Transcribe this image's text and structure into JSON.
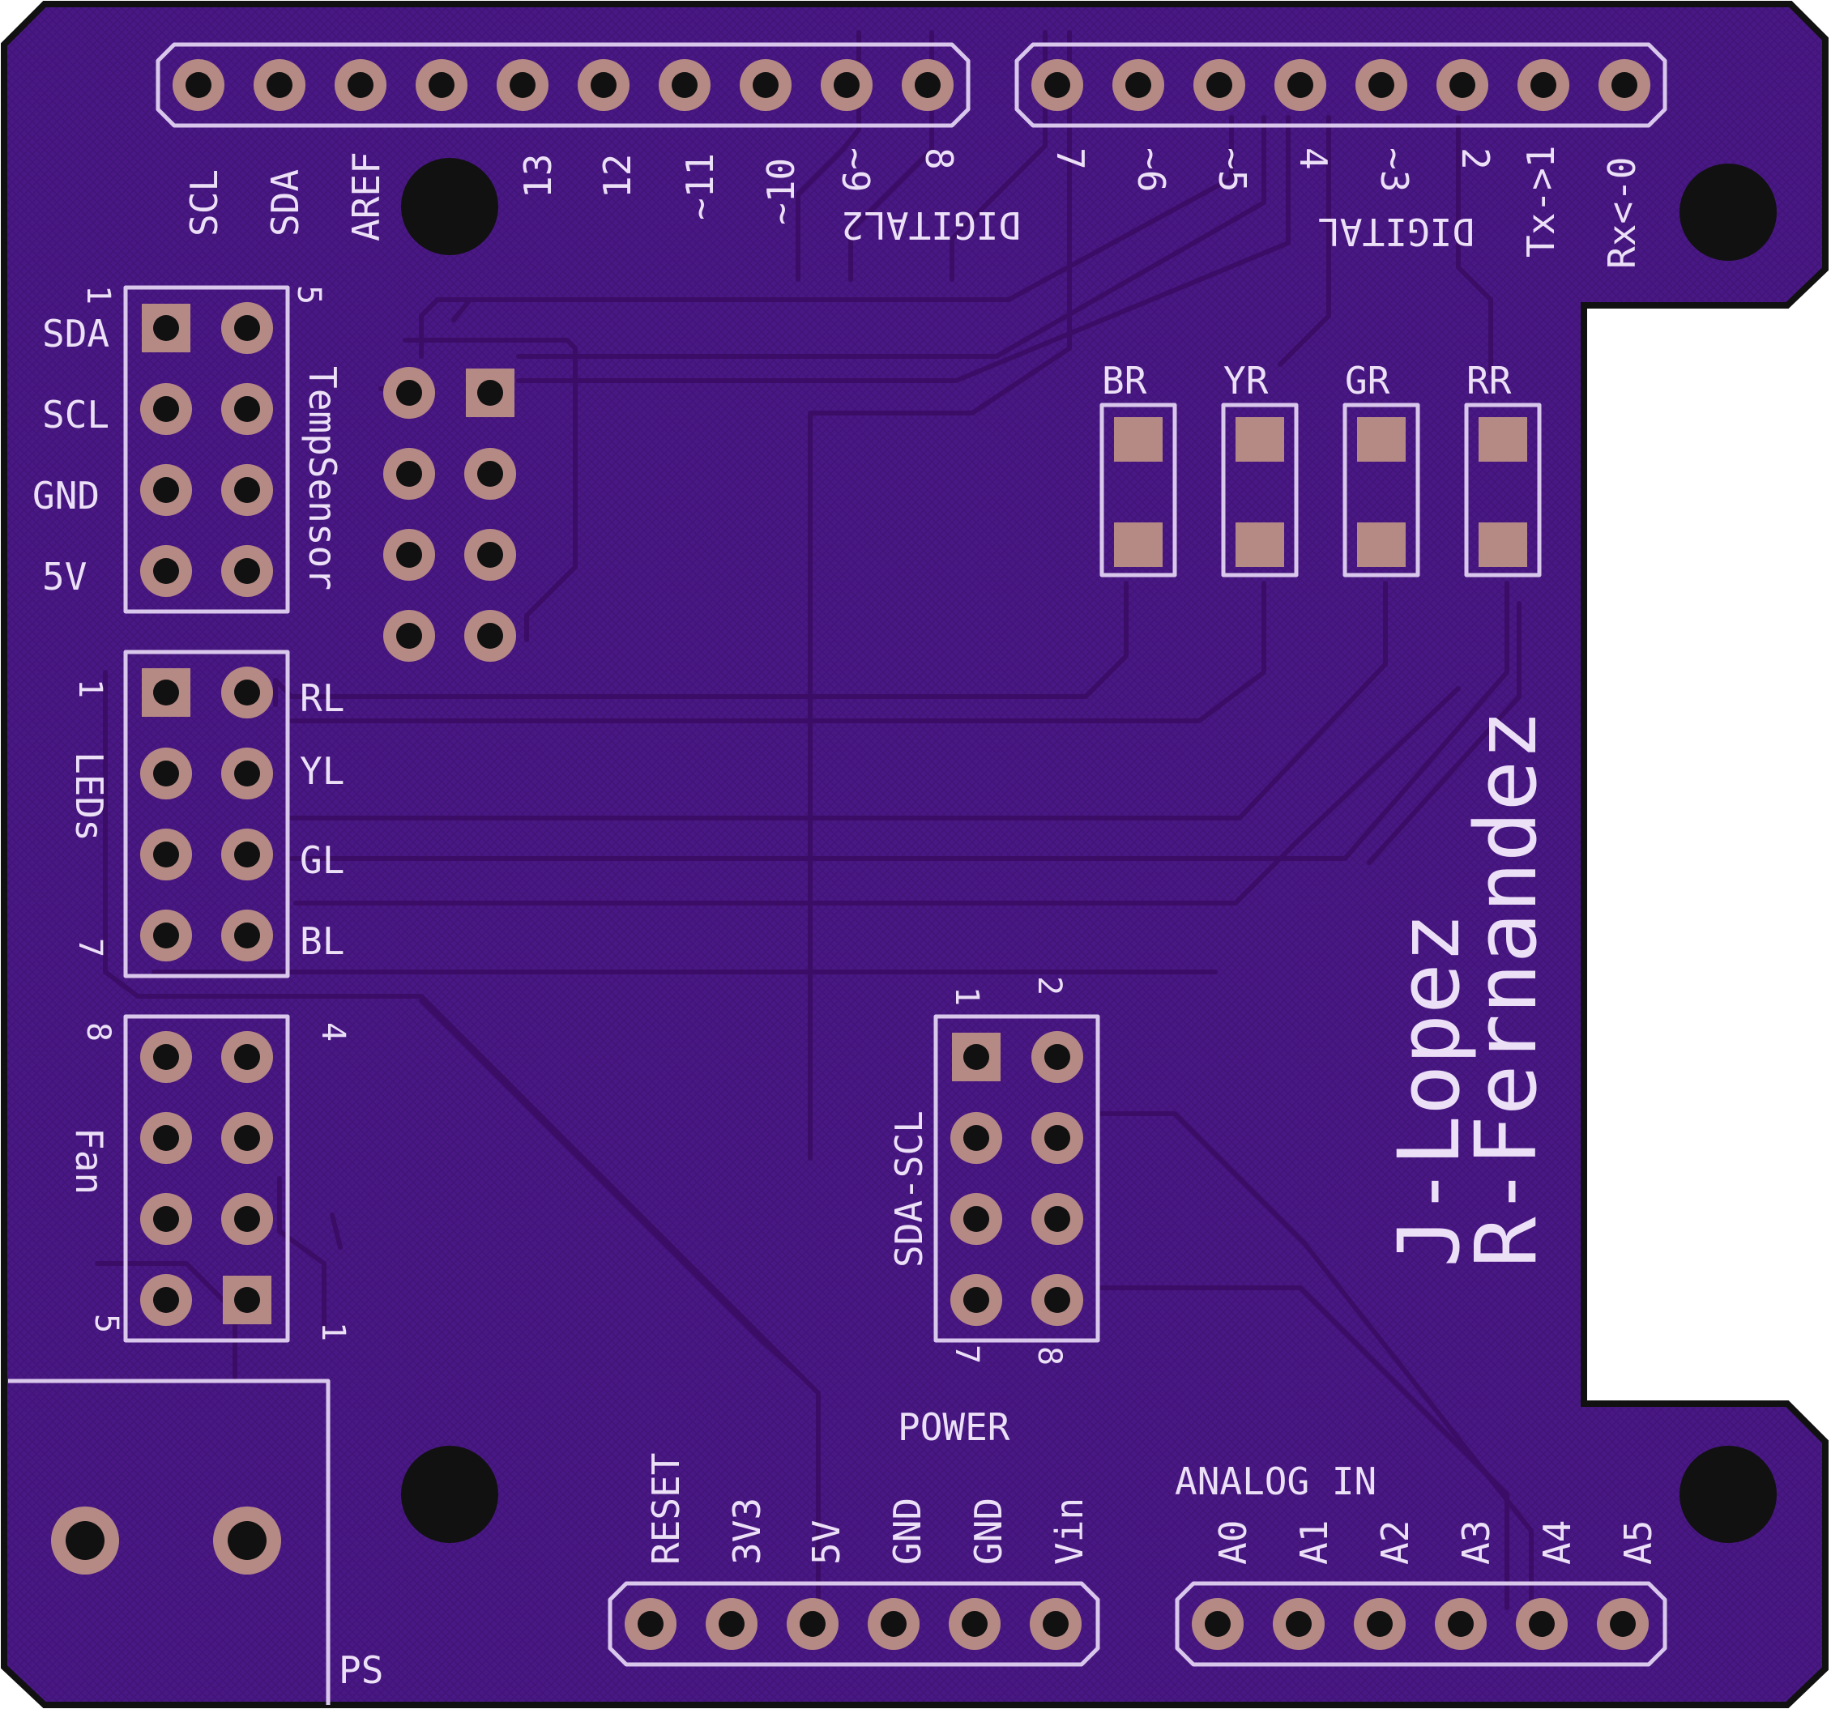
{
  "colors": {
    "board": "#4a1885",
    "board_edge": "#111111",
    "trace": "#3c0d66",
    "silkscreen": "#d9c8ec",
    "pad": "#b68a84",
    "drill": "#111111",
    "label": "#ece0f7"
  },
  "top_header_left": {
    "labels": [
      "SCL",
      "SDA",
      "AREF",
      "13",
      "12",
      "~11",
      "~10",
      "~9",
      "8"
    ],
    "group_label": "DIGITAL2"
  },
  "top_header_right": {
    "labels": [
      "7",
      "~6",
      "~5",
      "4",
      "~3",
      "2",
      "Tx->1",
      "Rx<-0"
    ],
    "group_label": "DIGITAL"
  },
  "temp_sensor": {
    "name": "TempSensor",
    "pin_labels": [
      "SDA",
      "SCL",
      "GND",
      "5V"
    ],
    "first_pin": "1",
    "last_pin": "5"
  },
  "leds": {
    "name": "LEDs",
    "pin_labels": [
      "RL",
      "YL",
      "GL",
      "BL"
    ],
    "first_pin": "1",
    "last_pin": "7"
  },
  "fan": {
    "name": "Fan",
    "corner_labels": [
      "8",
      "4",
      "5",
      "1"
    ]
  },
  "resistors": [
    "BR",
    "YR",
    "GR",
    "RR"
  ],
  "sda_scl": {
    "name": "SDA-SCL",
    "corner_labels": [
      "1",
      "2",
      "7",
      "8"
    ]
  },
  "power": {
    "group_label": "POWER",
    "labels": [
      "RESET",
      "3V3",
      "5V",
      "GND",
      "GND",
      "Vin"
    ]
  },
  "analog": {
    "group_label": "ANALOG IN",
    "labels": [
      "A0",
      "A1",
      "A2",
      "A3",
      "A4",
      "A5"
    ]
  },
  "power_supply": {
    "label": "PS"
  },
  "authors": [
    "J-Lopez",
    "R-Fernandez"
  ]
}
